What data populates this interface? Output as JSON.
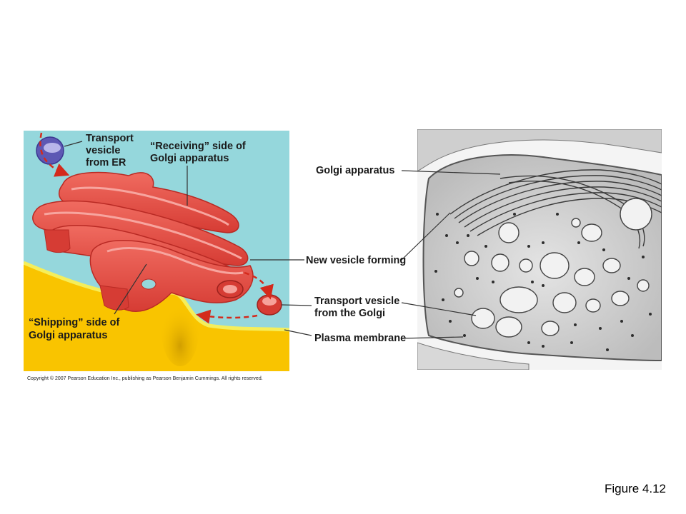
{
  "figure_label": "Figure 4.12",
  "copyright": "Copyright © 2007 Pearson Education Inc., publishing as Pearson Benjamin Cummings. All rights reserved.",
  "left_panel": {
    "labels": {
      "transport_er": [
        "Transport",
        "vesicle",
        "from ER"
      ],
      "receiving": [
        "“Receiving” side of",
        "Golgi apparatus"
      ],
      "shipping": [
        "“Shipping” side of",
        "Golgi apparatus"
      ]
    },
    "colors": {
      "background": "#95d7dc",
      "cytoplasm": "#f9c400",
      "membrane": "#f5e430",
      "golgi": "#e8524a",
      "golgi_dark": "#b92a24",
      "vesicle_er": "#5d58b4",
      "arrow": "#d42a1c"
    }
  },
  "right_panel": {
    "labels": {
      "golgi": "Golgi apparatus",
      "new_vesicle": "New vesicle forming",
      "transport_golgi": [
        "Transport vesicle",
        "from the Golgi"
      ],
      "plasma_membrane": "Plasma membrane"
    }
  }
}
